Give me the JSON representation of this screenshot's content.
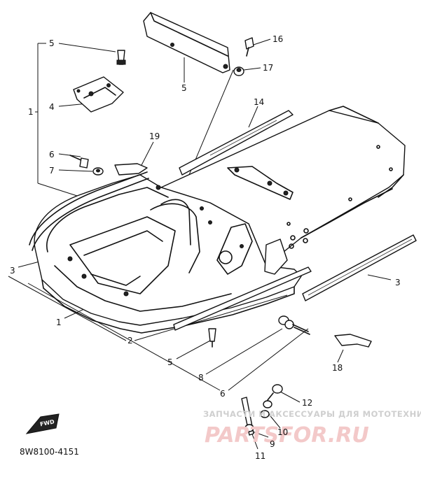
{
  "diagram": {
    "callouts": [
      {
        "id": "c5a",
        "text": "5"
      },
      {
        "id": "c4",
        "text": "4"
      },
      {
        "id": "c1a",
        "text": "1"
      },
      {
        "id": "c6a",
        "text": "6"
      },
      {
        "id": "c7",
        "text": "7"
      },
      {
        "id": "c19",
        "text": "19"
      },
      {
        "id": "c5b",
        "text": "5"
      },
      {
        "id": "c16",
        "text": "16"
      },
      {
        "id": "c17",
        "text": "17"
      },
      {
        "id": "c14",
        "text": "14"
      },
      {
        "id": "c3a",
        "text": "3"
      },
      {
        "id": "c3b",
        "text": "3"
      },
      {
        "id": "c1b",
        "text": "1"
      },
      {
        "id": "c2",
        "text": "2"
      },
      {
        "id": "c5c",
        "text": "5"
      },
      {
        "id": "c8",
        "text": "8"
      },
      {
        "id": "c6b",
        "text": "6"
      },
      {
        "id": "c18",
        "text": "18"
      },
      {
        "id": "c12",
        "text": "12"
      },
      {
        "id": "c10",
        "text": "10"
      },
      {
        "id": "c9",
        "text": "9"
      },
      {
        "id": "c11",
        "text": "11"
      }
    ],
    "fwd_mark": "FWD",
    "drawing_code": "8W8100-4151"
  },
  "watermark": {
    "line1": "ЗАПЧАСТИ И АКСЕССУАРЫ ДЛЯ МОТОТЕХНИКИ",
    "line2": "PARTSFOR.RU"
  }
}
